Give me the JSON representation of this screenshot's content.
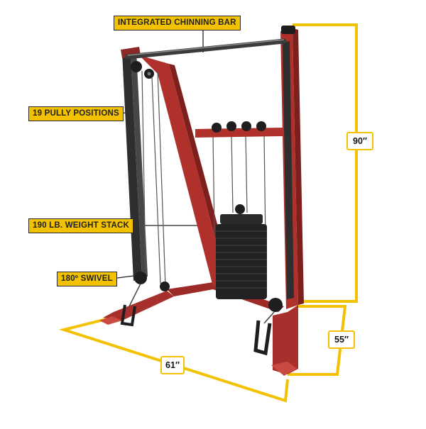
{
  "callouts": {
    "chinning_bar": "INTEGRATED CHINNING BAR",
    "pulley_positions": "19 PULLY POSITIONS",
    "weight_stack": "190 LB. WEIGHT STACK",
    "swivel": "180º SWIVEL"
  },
  "dimensions": {
    "height": "90″",
    "depth": "55″",
    "width": "61″"
  },
  "colors": {
    "frame_red": "#b0302b",
    "accent_yellow": "#f2c200",
    "plate_black": "#222222"
  }
}
